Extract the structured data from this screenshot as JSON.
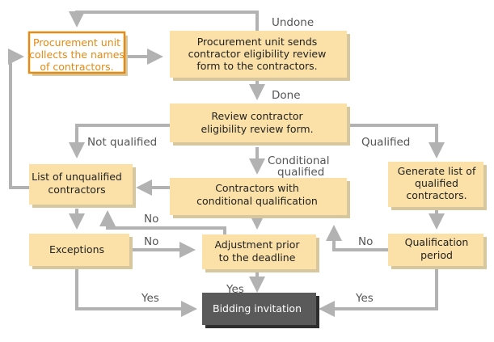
{
  "nodes": {
    "collect": [
      "Procurement unit",
      "collects the names",
      "of contractors."
    ],
    "send_form": [
      "Procurement unit sends",
      "contractor eligibility review",
      "form to the contractors."
    ],
    "review": [
      "Review contractor",
      "eligibility review form."
    ],
    "unqualified_list": [
      "List of unqualified",
      "contractors"
    ],
    "conditional": [
      "Contractors with",
      "conditional qualification"
    ],
    "qualified_list": [
      "Generate list of",
      "qualified",
      "contractors."
    ],
    "exceptions": [
      "Exceptions"
    ],
    "adjustment": [
      "Adjustment prior",
      "to the deadline"
    ],
    "qualification_period": [
      "Qualification",
      "period"
    ],
    "bidding": [
      "Bidding invitation"
    ]
  },
  "labels": {
    "undone": "Undone",
    "done": "Done",
    "not_qualified": "Not qualified",
    "qualified": "Qualified",
    "conditional": [
      "Conditional",
      "qualified"
    ],
    "no_1": "No",
    "no_2": "No",
    "no_3": "No",
    "yes_1": "Yes",
    "yes_2": "Yes",
    "yes_3": "Yes"
  },
  "colors": {
    "box_fill": "#fbe1a7",
    "box_shadow": "#d7c79f",
    "arrow": "#b2b2b2",
    "highlight_border": "#e58a12",
    "highlight_text": "#e58a12",
    "final_fill": "#5a5a5a",
    "final_shadow": "#2e2e2e",
    "label_text": "#555555"
  }
}
